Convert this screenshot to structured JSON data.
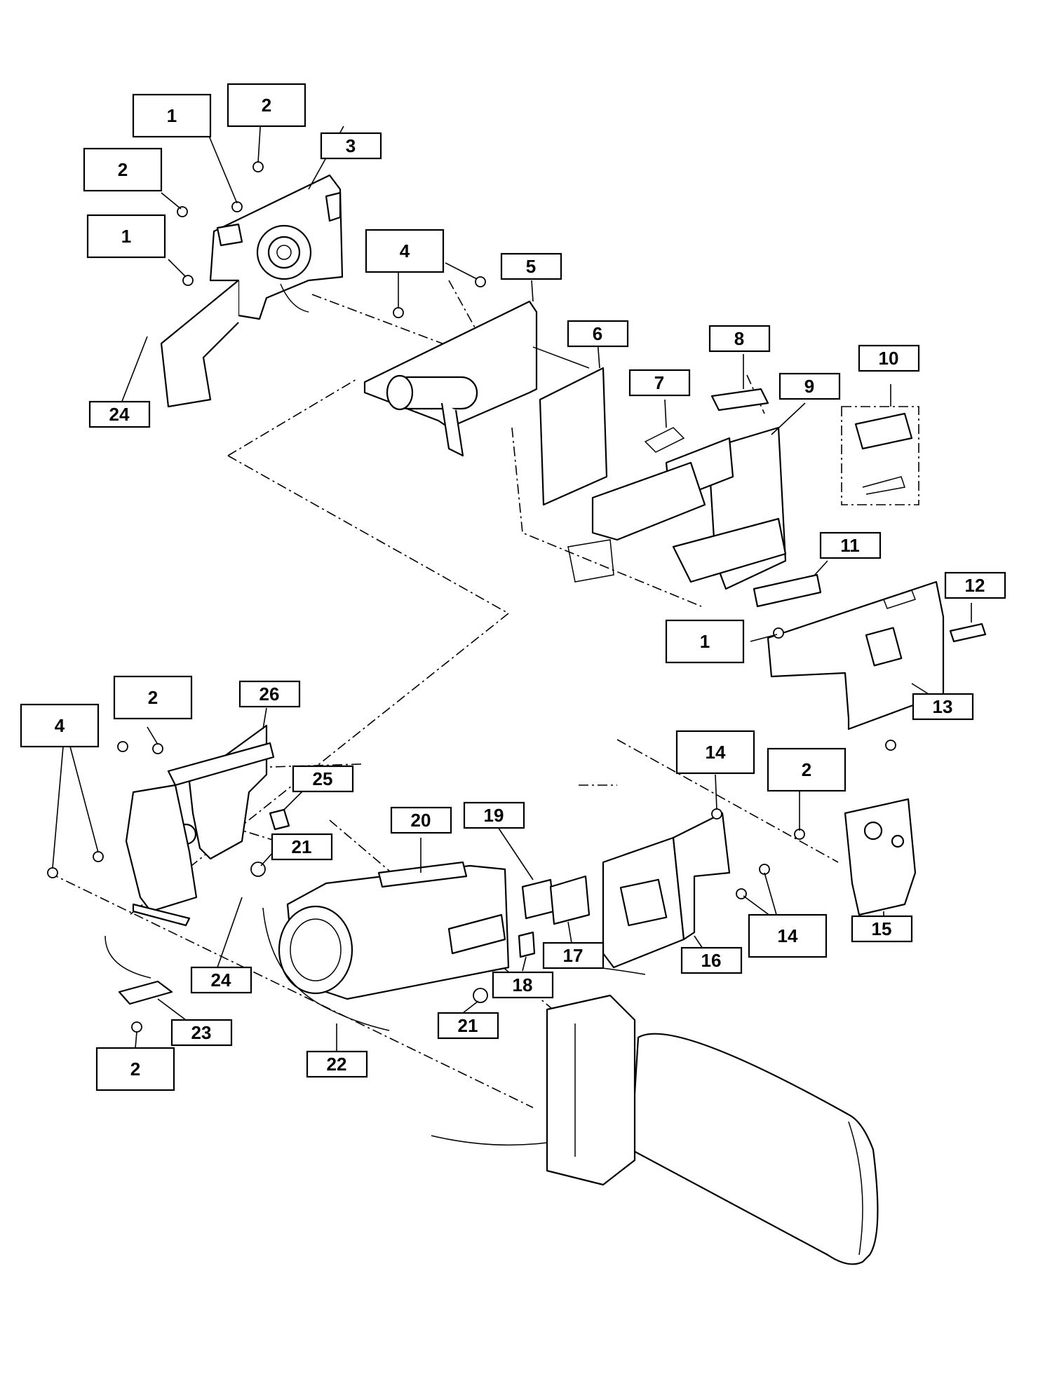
{
  "callouts": [
    {
      "id": "c1a",
      "label": "1"
    },
    {
      "id": "c2a",
      "label": "2"
    },
    {
      "id": "c3",
      "label": "3"
    },
    {
      "id": "c2b",
      "label": "2"
    },
    {
      "id": "c1b",
      "label": "1"
    },
    {
      "id": "c4a",
      "label": "4"
    },
    {
      "id": "c5",
      "label": "5"
    },
    {
      "id": "c6",
      "label": "6"
    },
    {
      "id": "c24a",
      "label": "24"
    },
    {
      "id": "c8",
      "label": "8"
    },
    {
      "id": "c7",
      "label": "7"
    },
    {
      "id": "c9",
      "label": "9"
    },
    {
      "id": "c10",
      "label": "10"
    },
    {
      "id": "c11",
      "label": "11"
    },
    {
      "id": "c12",
      "label": "12"
    },
    {
      "id": "c1c",
      "label": "1"
    },
    {
      "id": "c13",
      "label": "13"
    },
    {
      "id": "c2c",
      "label": "2"
    },
    {
      "id": "c26",
      "label": "26"
    },
    {
      "id": "c4b",
      "label": "4"
    },
    {
      "id": "c25",
      "label": "25"
    },
    {
      "id": "c14a",
      "label": "14"
    },
    {
      "id": "c2d",
      "label": "2"
    },
    {
      "id": "c20",
      "label": "20"
    },
    {
      "id": "c19",
      "label": "19"
    },
    {
      "id": "c21a",
      "label": "21"
    },
    {
      "id": "c17",
      "label": "17"
    },
    {
      "id": "c18",
      "label": "18"
    },
    {
      "id": "c16",
      "label": "16"
    },
    {
      "id": "c14b",
      "label": "14"
    },
    {
      "id": "c15",
      "label": "15"
    },
    {
      "id": "c24b",
      "label": "24"
    },
    {
      "id": "c23",
      "label": "23"
    },
    {
      "id": "c21b",
      "label": "21"
    },
    {
      "id": "c22",
      "label": "22"
    },
    {
      "id": "c2e",
      "label": "2"
    }
  ]
}
